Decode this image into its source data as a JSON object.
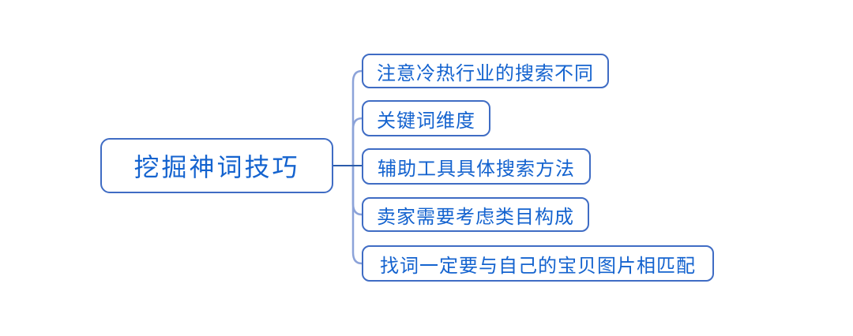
{
  "mindmap": {
    "root": {
      "label": "挖掘神词技巧"
    },
    "children": [
      {
        "label": "注意冷热行业的搜索不同"
      },
      {
        "label": "关键词维度"
      },
      {
        "label": "辅助工具具体搜索方法"
      },
      {
        "label": "卖家需要考虑类目构成"
      },
      {
        "label": "找词一定要与自己的宝贝图片相匹配"
      }
    ],
    "colors": {
      "background": "#ffffff",
      "node_border": "#3f6cc4",
      "node_text": "#1463cf",
      "connector_light": "#8ca3d9",
      "connector_dark": "#2b5cab"
    }
  }
}
